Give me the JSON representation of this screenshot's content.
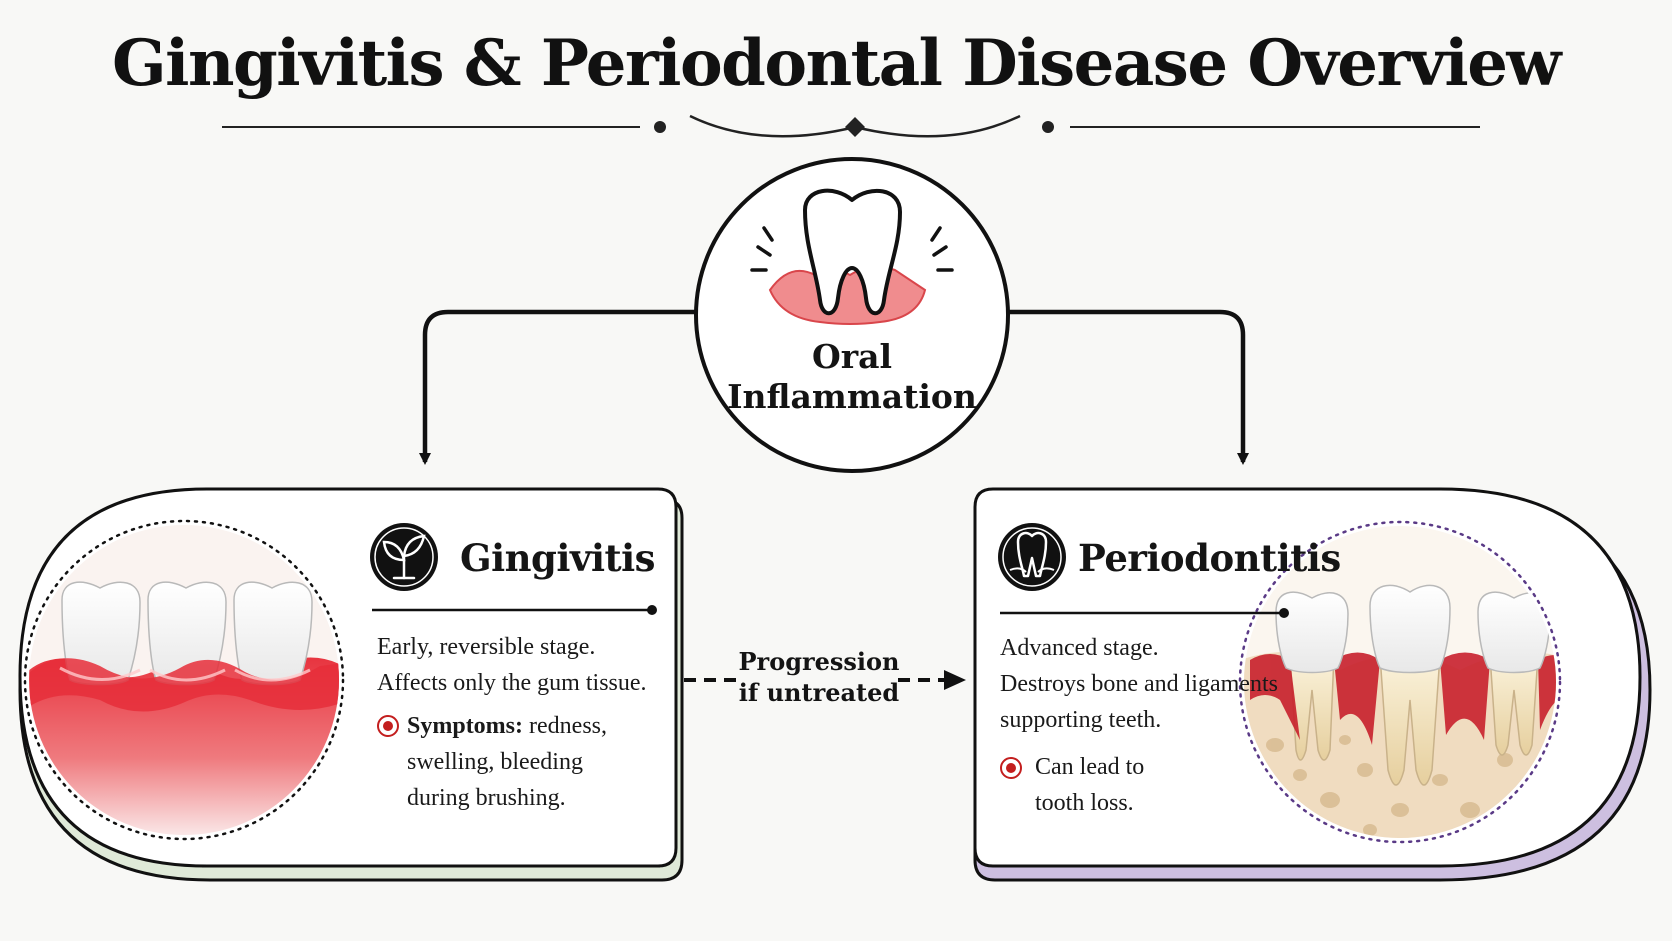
{
  "title": "Gingivitis & Periodontal Disease Overview",
  "center_node": {
    "label_line1": "Oral",
    "label_line2": "Inflammation",
    "icon": "inflamed-tooth-icon"
  },
  "progression": {
    "line1": "Progression",
    "line2": "if untreated"
  },
  "gingivitis": {
    "title": "Gingivitis",
    "icon": "sprout-icon",
    "line1": "Early, reversible stage.",
    "line2": "Affects only the gum tissue.",
    "symptoms_label": "Symptoms:",
    "symptoms_line1": " redness,",
    "symptoms_line2": "swelling, bleeding",
    "symptoms_line3": "during brushing.",
    "illustration": "inflamed-gums-illustration"
  },
  "periodontitis": {
    "title": "Periodontitis",
    "icon": "tooth-root-icon",
    "line1": "Advanced stage.",
    "line2": "Destroys bone and ligaments",
    "line3": "supporting teeth.",
    "bullet_line1": "Can lead to",
    "bullet_line2": "tooth loss.",
    "illustration": "bone-loss-illustration"
  },
  "colors": {
    "ink": "#111111",
    "gum_red": "#e23a40",
    "bullet_red": "#c31e1e",
    "gingivitis_accent": "#dfe9d8",
    "periodontitis_accent": "#cdbfe0",
    "bone": "#f0dcc0"
  }
}
